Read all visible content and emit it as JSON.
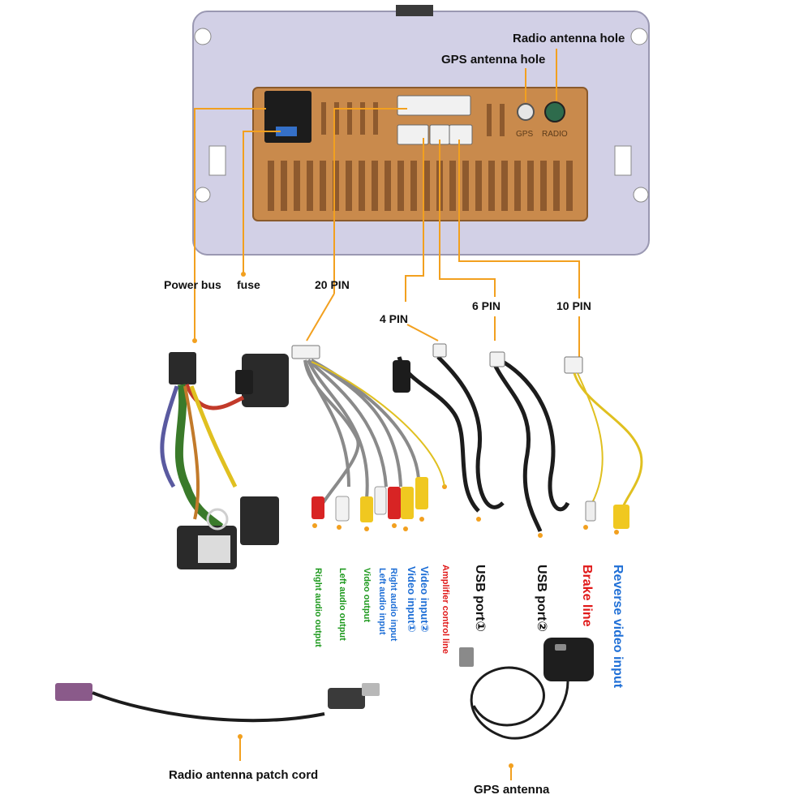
{
  "labels": {
    "radio_antenna_hole": "Radio antenna hole",
    "gps_antenna_hole": "GPS antenna hole",
    "power_bus": "Power bus",
    "fuse": "fuse",
    "pin20": "20 PIN",
    "pin4": "4 PIN",
    "pin6": "6 PIN",
    "pin10": "10 PIN",
    "right_audio_output": "Right audio output",
    "left_audio_output": "Left audio output",
    "video_output": "Video output",
    "right_audio_input": "Right audio input",
    "left_audio_input": "Left audio input",
    "video_input_1": "Video input①",
    "video_input_2": "Video input②",
    "amplifier_control_line": "Amplifier control line",
    "usb_port_1": "USB port①",
    "usb_port_2": "USB port②",
    "brake_line": "Brake line",
    "reverse_video_input": "Reverse video input",
    "radio_antenna_patch_cord": "Radio antenna patch cord",
    "gps_antenna": "GPS antenna"
  },
  "unit_markings": {
    "gps": "GPS",
    "radio": "RADIO"
  },
  "colors": {
    "leader_line": "#f2a01f",
    "housing": "#c98a4c",
    "panel": "#d2d0e6",
    "green_text": "#1f9a1f",
    "blue_text": "#1f6fd6",
    "red_text": "#e01818",
    "black_text": "#111111"
  }
}
